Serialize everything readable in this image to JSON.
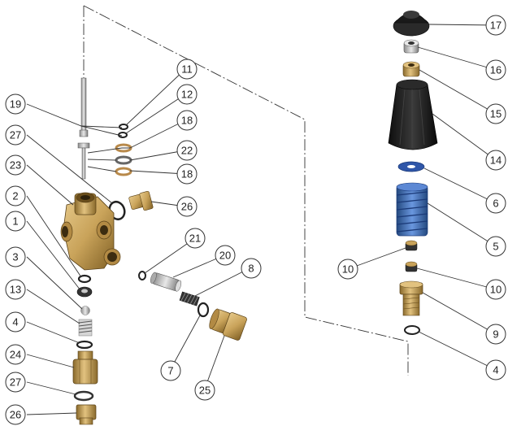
{
  "callouts": {
    "c11": "11",
    "c12": "12",
    "c19": "19",
    "c18a": "18",
    "c27a": "27",
    "c22": "22",
    "c18b": "18",
    "c23": "23",
    "c26a": "26",
    "c2": "2",
    "c21": "21",
    "c1": "1",
    "c20": "20",
    "c8": "8",
    "c3": "3",
    "c13": "13",
    "c4a": "4",
    "c7": "7",
    "c24": "24",
    "c25": "25",
    "c27b": "27",
    "c26b": "26",
    "c17": "17",
    "c16": "16",
    "c15": "15",
    "c14": "14",
    "c6": "6",
    "c5": "5",
    "c10a": "10",
    "c10b": "10",
    "c9": "9",
    "c4b": "4"
  },
  "colors": {
    "brass": "#c9a35a",
    "brass_dark": "#8a6a2c",
    "spring_blue": "#3f6fbf",
    "knob_black": "#1d1d1d",
    "silver": "#c8c8c8"
  }
}
